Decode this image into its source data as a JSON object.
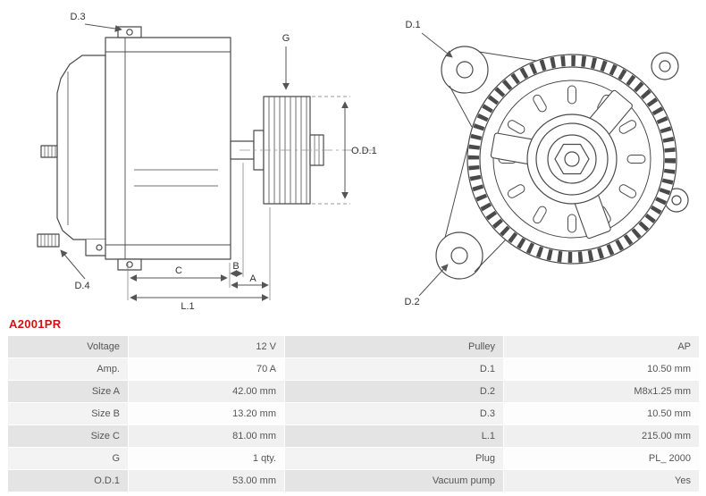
{
  "part_number": "A2001PR",
  "colors": {
    "part_number_red": "#cc1414",
    "drawing_stroke": "#4a4a4a",
    "table_label_shaded": "#e4e4e4",
    "table_value_shaded": "#f0f0f0"
  },
  "diagram": {
    "labels": {
      "d3": "D.3",
      "d4": "D.4",
      "g": "G",
      "od1": "O.D.1",
      "c": "C",
      "b": "B",
      "a": "A",
      "l1": "L.1",
      "d1": "D.1",
      "d2": "D.2"
    }
  },
  "spec_table": {
    "rows": [
      {
        "left_label": "Voltage",
        "left_value": "12 V",
        "right_label": "Pulley",
        "right_value": "AP"
      },
      {
        "left_label": "Amp.",
        "left_value": "70 A",
        "right_label": "D.1",
        "right_value": "10.50 mm"
      },
      {
        "left_label": "Size A",
        "left_value": "42.00 mm",
        "right_label": "D.2",
        "right_value": "M8x1.25 mm"
      },
      {
        "left_label": "Size B",
        "left_value": "13.20 mm",
        "right_label": "D.3",
        "right_value": "10.50 mm"
      },
      {
        "left_label": "Size C",
        "left_value": "81.00 mm",
        "right_label": "L.1",
        "right_value": "215.00 mm"
      },
      {
        "left_label": "G",
        "left_value": "1 qty.",
        "right_label": "Plug",
        "right_value": "PL_ 2000"
      },
      {
        "left_label": "O.D.1",
        "left_value": "53.00 mm",
        "right_label": "Vacuum pump",
        "right_value": "Yes"
      }
    ]
  }
}
